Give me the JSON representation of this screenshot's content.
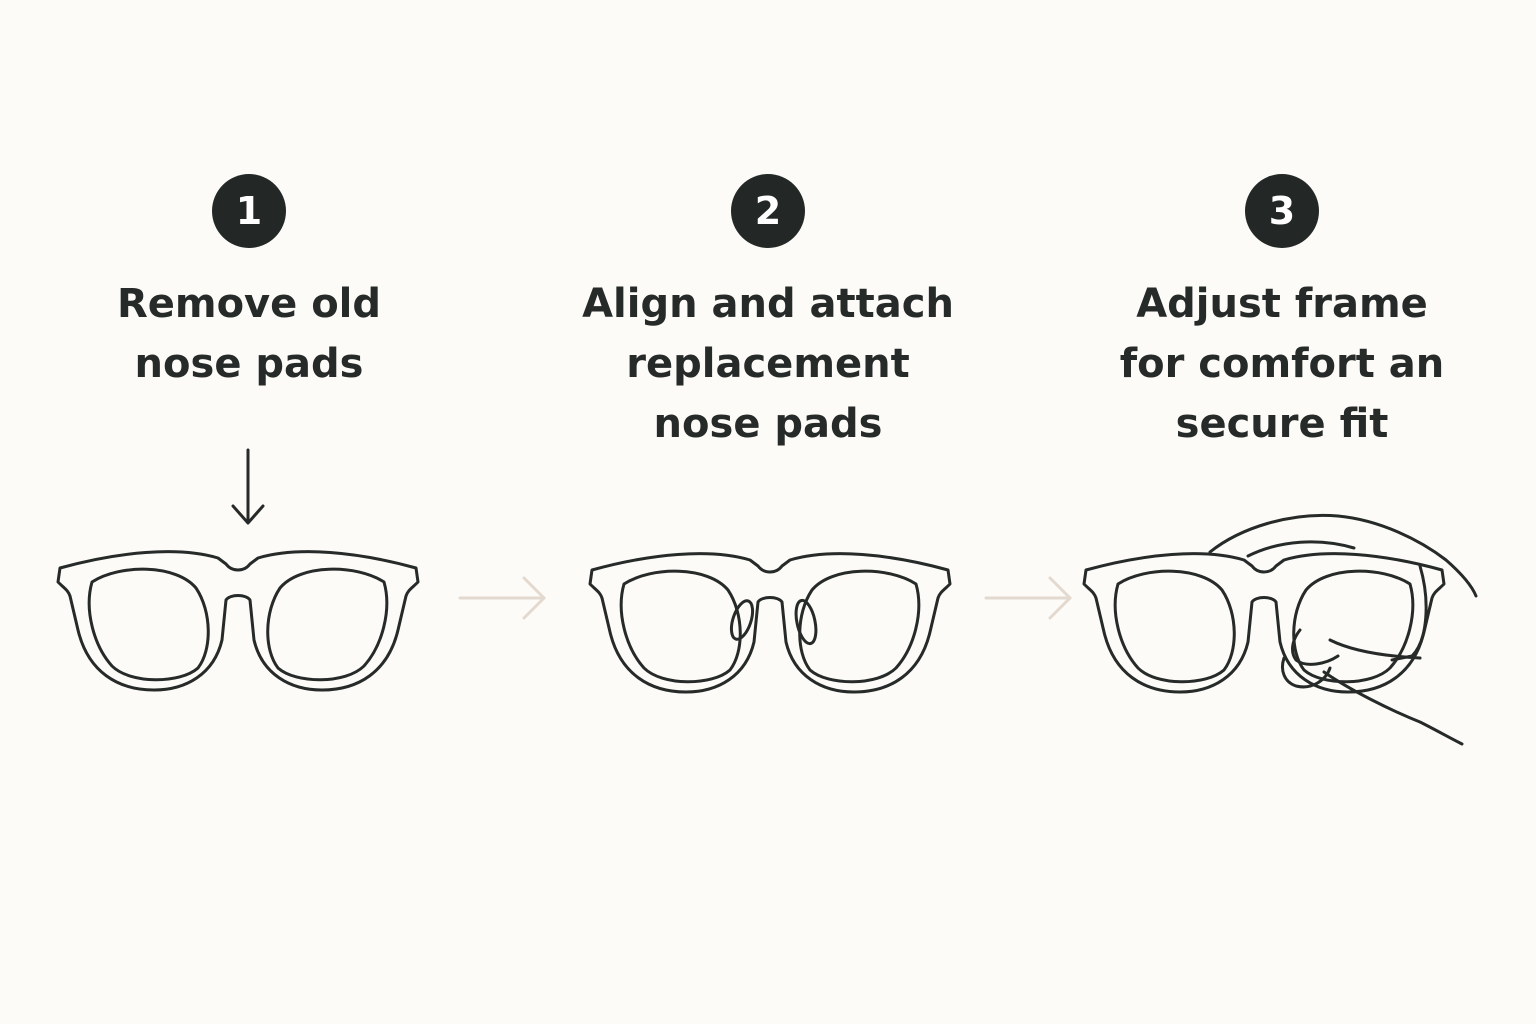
{
  "colors": {
    "background": "#fcfbf8",
    "ink": "#262a28",
    "badge": "#232826",
    "badge_text": "#ffffff",
    "arrow_between_steps": "#e3d9cf"
  },
  "steps": [
    {
      "number": "1",
      "caption": "Remove old\nnose pads",
      "illustration": "glasses-with-down-arrow"
    },
    {
      "number": "2",
      "caption": "Align and attach\nreplacement\nnose pads",
      "illustration": "glasses-with-nose-pads"
    },
    {
      "number": "3",
      "caption": "Adjust frame\nfor comfort an\nsecure fit",
      "illustration": "hand-adjusting-glasses"
    }
  ]
}
